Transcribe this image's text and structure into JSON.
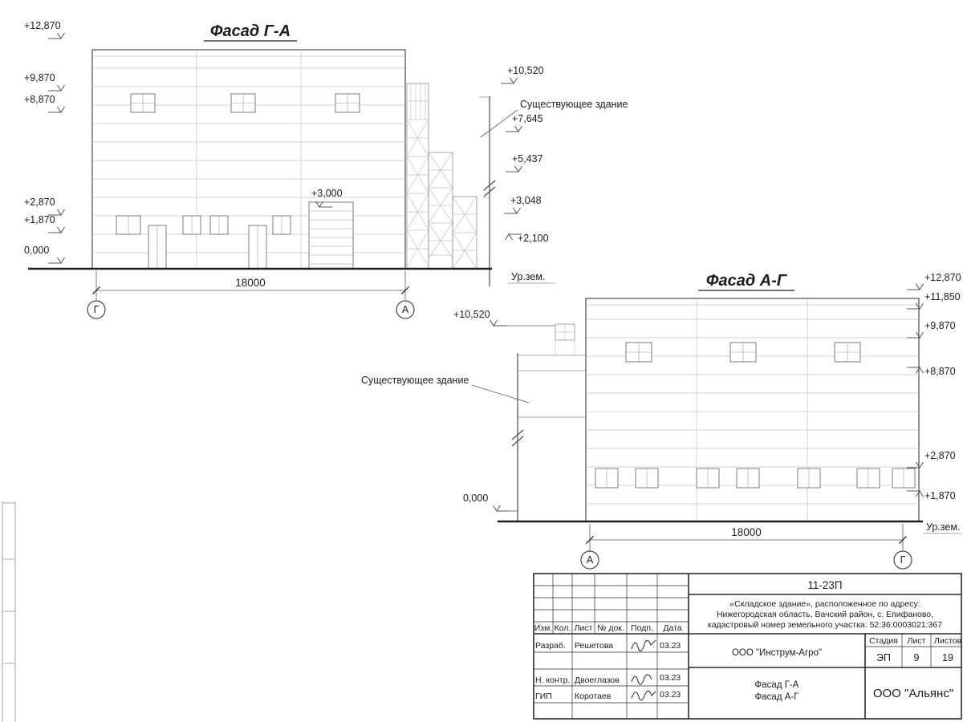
{
  "sheet": {
    "facade_ga": {
      "title": "Фасад Г-А",
      "marks_left": [
        "+12,870",
        "+9,870",
        "+8,870",
        "+2,870",
        "+1,870",
        "0,000"
      ],
      "marks_right": [
        "+10,520",
        "+7,645",
        "+5,437",
        "+3,048",
        "+2,100"
      ],
      "existing_building_label": "Существующее здание",
      "gate_mark": "+3,000",
      "dimension": "18000",
      "axis_left": "Г",
      "axis_right": "А",
      "ground_label": "Ур.зем."
    },
    "facade_ag": {
      "title": "Фасад А-Г",
      "marks_right": [
        "+12,870",
        "+11,850",
        "+9,870",
        "+8,870",
        "+2,870",
        "+1,870"
      ],
      "mark_existing_top": "+10,520",
      "mark_zero": "0,000",
      "existing_building_label": "Существующее здание",
      "dimension": "18000",
      "axis_left": "А",
      "axis_right": "Г",
      "ground_label": "Ур.зем."
    },
    "title_block": {
      "doc_code": "11-23П",
      "project_address_line1": "«Складское здание», расположенное по адресу:",
      "project_address_line2": "Нижегородская область, Вачский район, с. Епифаново,",
      "project_address_line3": "кадастровый номер земельного участка: 52:36:0003021:367",
      "col_izm": "Изм.",
      "col_kol": "Кол.",
      "col_list": "Лист",
      "col_doc": "№ док.",
      "col_podp": "Подп.",
      "col_data": "Дата",
      "row1_role": "Разраб.",
      "row1_name": "Решетова",
      "row1_date": "03.23",
      "row2_role": "Н. контр.",
      "row2_name": "Двоеглазов",
      "row2_date": "03.23",
      "row3_role": "ГИП",
      "row3_name": "Коротаев",
      "row3_date": "03.23",
      "company": "ООО \"Инструм-Агро\"",
      "stage_label": "Стадия",
      "sheet_label": "Лист",
      "sheets_label": "Листов",
      "stage_value": "ЭП",
      "sheet_value": "9",
      "sheets_value": "19",
      "drawing_name_line1": "Фасад Г-А",
      "drawing_name_line2": "Фасад А-Г",
      "organization": "ООО \"Альянс\""
    }
  }
}
